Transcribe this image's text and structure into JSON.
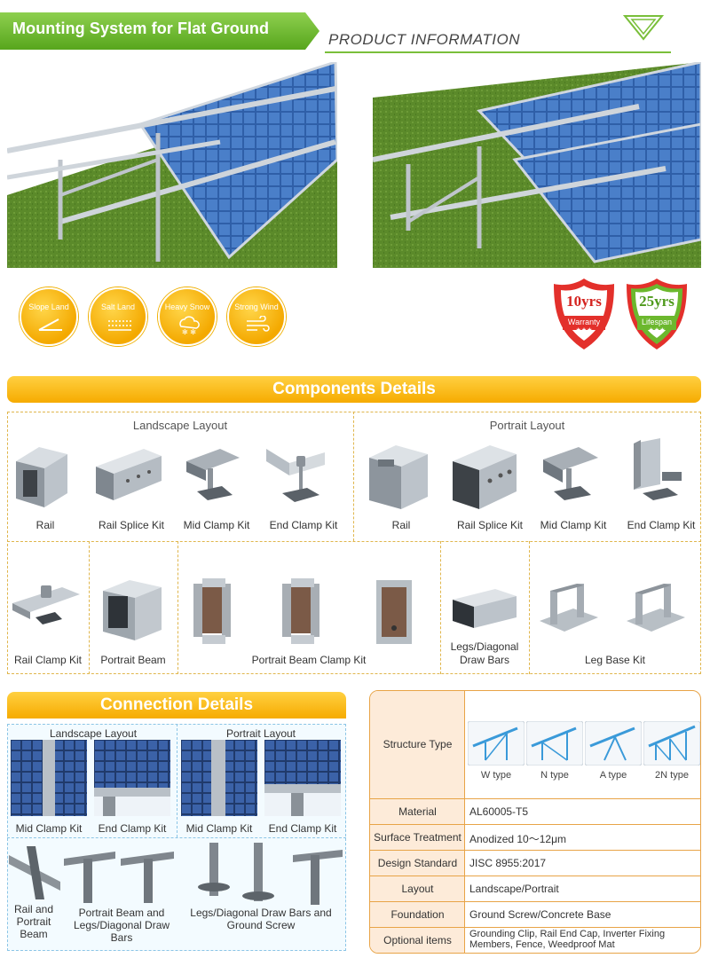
{
  "header": {
    "title": "Mounting System for Flat Ground",
    "subtitle": "PRODUCT INFORMATION"
  },
  "colors": {
    "green": "#6cb82e",
    "orange": "#f6ab00",
    "table_border": "#e8a447",
    "table_header": "#fdebd9",
    "structure_blue": "#3a9ad9"
  },
  "badges": [
    {
      "label": "Slope Land",
      "icon": "slope-icon"
    },
    {
      "label": "Salt Land",
      "icon": "salt-icon"
    },
    {
      "label": "Heavy Snow",
      "icon": "snow-cloud-icon"
    },
    {
      "label": "Strong Wind",
      "icon": "wind-icon"
    }
  ],
  "shields": [
    {
      "big": "10yrs",
      "small": "Warranty",
      "stars": "★★★",
      "color": "#e3302b"
    },
    {
      "big": "25yrs",
      "small": "Lifespan",
      "stars": "★★★",
      "color": "#6cb82e"
    }
  ],
  "components": {
    "title": "Components Details",
    "landscape_heading": "Landscape Layout",
    "portrait_heading": "Portrait Layout",
    "landscape_items": [
      "Rail",
      "Rail Splice Kit",
      "Mid Clamp Kit",
      "End Clamp Kit"
    ],
    "portrait_items": [
      "Rail",
      "Rail Splice Kit",
      "Mid Clamp Kit",
      "End Clamp Kit"
    ],
    "row2_items": [
      "Rail Clamp Kit",
      "Portrait Beam",
      "Portrait Beam Clamp Kit",
      "Legs/Diagonal Draw Bars",
      "Leg Base Kit"
    ]
  },
  "connection": {
    "title": "Connection Details",
    "landscape_heading": "Landscape Layout",
    "portrait_heading": "Portrait Layout",
    "top_items": [
      "Mid Clamp Kit",
      "End Clamp Kit",
      "Mid Clamp Kit",
      "End Clamp Kit"
    ],
    "bottom_items": [
      "Rail and Portrait Beam",
      "Portrait Beam and Legs/Diagonal Draw Bars",
      "Legs/Diagonal Draw Bars and Ground Screw"
    ]
  },
  "specs": {
    "structure_type": {
      "key": "Structure Type",
      "types": [
        "W type",
        "N type",
        "A type",
        "2N type"
      ]
    },
    "rows": [
      {
        "key": "Material",
        "value": "AL60005-T5"
      },
      {
        "key": "Surface Treatment",
        "value": "Anodized 10～12μm"
      },
      {
        "key": "Design Standard",
        "value": "JISC 8955:2017"
      },
      {
        "key": "Layout",
        "value": "Landscape/Portrait"
      },
      {
        "key": "Foundation",
        "value": "Ground Screw/Concrete Base"
      },
      {
        "key": "Optional items",
        "value": "Grounding Clip,  Rail End Cap,  Inverter Fixing Members,  Fence,  Weedproof Mat"
      }
    ]
  }
}
